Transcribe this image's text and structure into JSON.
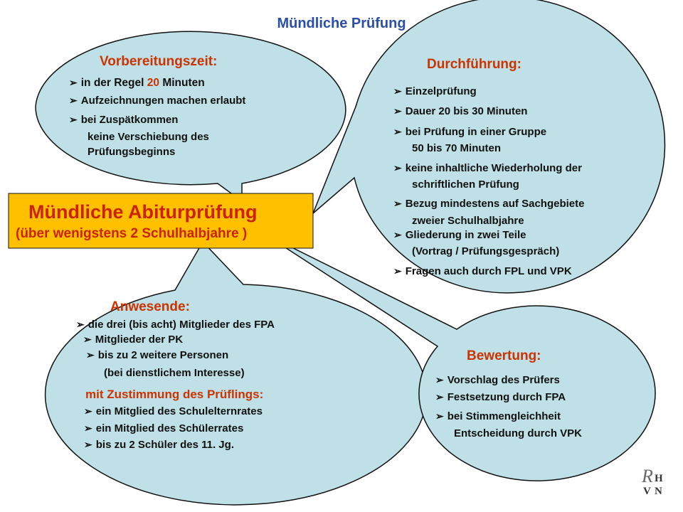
{
  "title": "Mündliche Prüfung",
  "center": {
    "title": "Mündliche Abiturprüfung",
    "subtitle": "(über wenigstens 2 Schulhalbjahre )"
  },
  "vorbereitung": {
    "heading": "Vorbereitungszeit:",
    "item1_pre": "in der Regel ",
    "item1_num": "20",
    "item1_post": " Minuten",
    "item2": "Aufzeichnungen machen erlaubt",
    "item3": "bei Zuspätkommen",
    "item3_cont1": "keine Verschiebung des",
    "item3_cont2": "Prüfungsbeginns"
  },
  "durchfuehrung": {
    "heading": "Durchführung:",
    "items": [
      "Einzelprüfung",
      "Dauer 20 bis 30 Minuten",
      "bei Prüfung in einer Gruppe",
      "keine inhaltliche Wiederholung der",
      "Bezug mindestens auf Sachgebiete",
      "Gliederung in zwei Teile",
      "Fragen auch durch FPL und VPK"
    ],
    "conts": [
      "50 bis 70 Minuten",
      "schriftlichen Prüfung",
      "zweier Schulhalbjahre",
      "(Vortrag / Prüfungsgespräch)"
    ]
  },
  "anwesende": {
    "heading": "Anwesende:",
    "items": [
      "die drei (bis acht) Mitglieder des FPA",
      "Mitglieder der PK",
      "bis zu 2 weitere Personen"
    ],
    "cont": "(bei dienstlichem Interesse)",
    "subheading": "mit Zustimmung des Prüflings:",
    "items2": [
      "ein Mitglied des Schulelternrates",
      "ein Mitglied des Schülerrates",
      "bis zu 2 Schüler des 11. Jg."
    ]
  },
  "bewertung": {
    "heading": "Bewertung:",
    "items": [
      "Vorschlag des Prüfers",
      "Festsetzung durch FPA",
      "bei Stimmengleichheit"
    ],
    "cont": "Entscheidung durch VPK"
  },
  "colors": {
    "bubble": "#bfe0e6",
    "center_box": "#ffc000",
    "title": "#2a4fa8",
    "heading": "#cc3300"
  }
}
